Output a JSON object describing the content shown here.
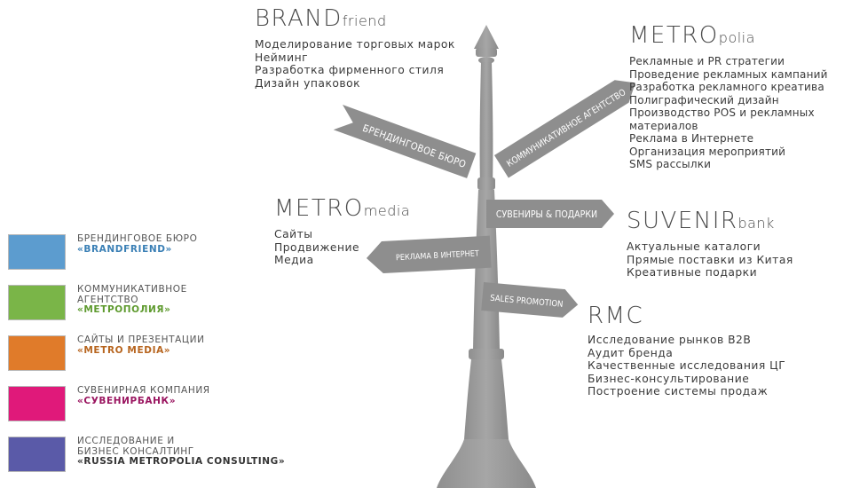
{
  "colors": {
    "post": "#9b9b9b",
    "text": "#3a3a3a"
  },
  "sign_labels": {
    "branding": "БРЕНДИНГОВОЕ БЮРО",
    "communication": "КОММУНИКАТИВНОЕ АГЕНТСТВО",
    "souvenirs": "СУВЕНИРЫ & ПОДАРКИ",
    "internet": "РЕКЛАМА В ИНТЕРНЕТ",
    "sales": "SALES PROMOTION"
  },
  "brandfriend": {
    "title_main": "BRAND",
    "title_suffix": "friend",
    "services": [
      "Моделирование торговых марок",
      "Нейминг",
      "Разработка фирменного стиля",
      "Дизайн упаковок"
    ]
  },
  "metropolia": {
    "title_main": "METRO",
    "title_suffix": "polia",
    "services": [
      "Рекламные и PR стратегии",
      "Проведение рекламных кампаний",
      "Разработка рекламного креатива",
      "Полиграфический дизайн",
      "Производство POS и рекламных",
      "материалов",
      "Реклама в Интернете",
      "Организация мероприятий",
      "SMS рассылки"
    ]
  },
  "metromedia": {
    "title_main": "METRO",
    "title_suffix": "media",
    "services": [
      "Сайты",
      "Продвижение",
      "Медиа"
    ]
  },
  "suvenirbank": {
    "title_main": "SUVENIR",
    "title_suffix": "bank",
    "services": [
      "Актуальные каталоги",
      "Прямые поставки из Китая",
      "Креативные подарки"
    ]
  },
  "rmc": {
    "title_main": "RMC",
    "title_suffix": "",
    "services": [
      "Исследование рынков B2B",
      "Аудит бренда",
      "Качественные исследования ЦГ",
      "Бизнес-консультирование",
      "Построение системы продаж"
    ]
  },
  "legend": [
    {
      "category": "Брендинговое бюро",
      "category_line2": "",
      "category_line3": "",
      "name": "«BRANDFRIEND»",
      "color": "#5c9ccf",
      "name_color": "#3a7fb5"
    },
    {
      "category": "Коммуникативное",
      "category_line2": "агентство",
      "category_line3": "",
      "name": "«МЕТРОПОЛИЯ»",
      "color": "#7ab548",
      "name_color": "#5e9a2e"
    },
    {
      "category": "Сайты и презентации",
      "category_line2": "",
      "category_line3": "",
      "name": "«METRO MEDIA»",
      "color": "#e07b2a",
      "name_color": "#b7651f"
    },
    {
      "category": "Сувенирная компания",
      "category_line2": "",
      "category_line3": "",
      "name": "«СУВЕНИРБАНК»",
      "color": "#e0197a",
      "name_color": "#9a1560"
    },
    {
      "category": "Исследование и",
      "category_line2": "бизнес консалтинг",
      "category_line3": "",
      "name": "«RUSSIA METROPOLIA CONSULTING»",
      "color": "#5a5aa8",
      "name_color": "#333"
    }
  ]
}
